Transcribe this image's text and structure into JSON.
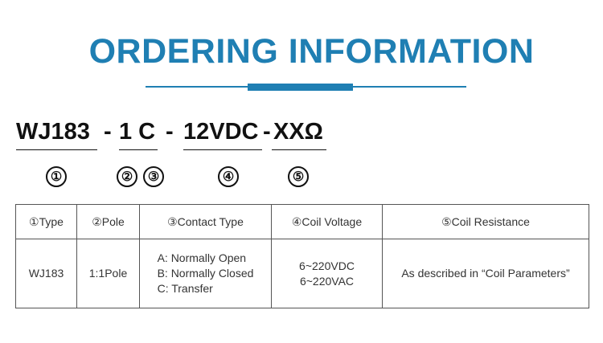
{
  "title": "ORDERING INFORMATION",
  "part_code": {
    "segments": [
      {
        "text": "WJ183"
      },
      {
        "text": "-"
      },
      {
        "text": "1 C"
      },
      {
        "text": "-"
      },
      {
        "text": "12VDC"
      },
      {
        "text": "-"
      },
      {
        "text": "XXΩ"
      }
    ],
    "markers": [
      "①",
      "②",
      "③",
      "④",
      "⑤"
    ]
  },
  "table": {
    "headers": [
      "①Type",
      "②Pole",
      "③Contact Type",
      "④Coil Voltage",
      "⑤Coil Resistance"
    ],
    "row": {
      "type": "WJ183",
      "pole": "1:1Pole",
      "contact_type": [
        "A: Normally Open",
        "B: Normally Closed",
        "C: Transfer"
      ],
      "coil_voltage": [
        "6~220VDC",
        "6~220VAC"
      ],
      "coil_resistance": "As described in “Coil Parameters”"
    }
  },
  "colors": {
    "accent": "#1f7fb3",
    "text": "#222222",
    "border": "#555555"
  }
}
